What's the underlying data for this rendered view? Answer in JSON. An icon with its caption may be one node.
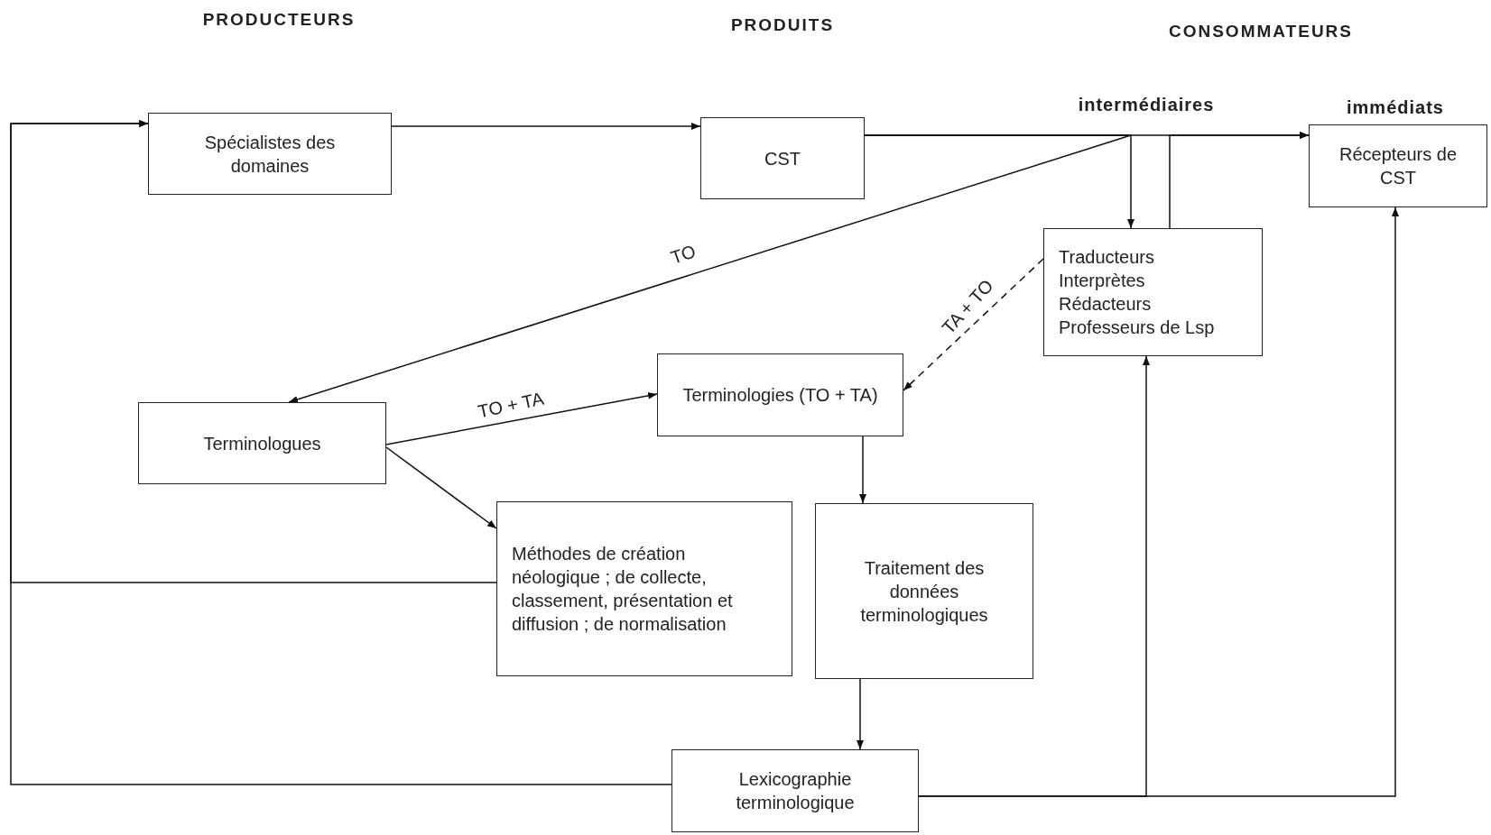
{
  "diagram": {
    "nodes": [
      {
        "text": [
          "Spécialistes des domaines"
        ]
      },
      {
        "text": [
          "CST"
        ]
      },
      {
        "text": [
          "Récepteurs de CST"
        ]
      },
      {
        "text": [
          "Traducteurs",
          "Interprètes",
          "Rédacteurs",
          "Professeurs de Lsp"
        ]
      },
      {
        "text": [
          "Terminologues"
        ]
      },
      {
        "text": [
          "Terminologies (TO + TA)"
        ]
      },
      {
        "text": [
          "Méthodes de création néologique ; de collecte, classement, présentation et diffusion ; de normalisation"
        ]
      },
      {
        "text": [
          "Traitement des données terminologiques"
        ]
      },
      {
        "text": [
          "Lexicographie terminologique"
        ]
      }
    ],
    "edges": [
      {
        "from": 0,
        "to": 1,
        "arrow": "to"
      },
      {
        "from": 1,
        "to": 2,
        "arrow": "to"
      },
      {
        "from": 1,
        "to": 3,
        "arrow": "to"
      },
      {
        "from": 3,
        "to": 2,
        "arrow": "to"
      },
      {
        "from": 1,
        "to": 4,
        "arrow": "to",
        "label": "TO"
      },
      {
        "from": 4,
        "to": 5,
        "arrow": "to",
        "label": "TO + TA"
      },
      {
        "from": 3,
        "to": 5,
        "arrow": "to",
        "label": "TA + TO",
        "style": "dashed"
      },
      {
        "from": 4,
        "to": 6,
        "arrow": "to"
      },
      {
        "from": 5,
        "to": 7,
        "arrow": "to"
      },
      {
        "from": 6,
        "to": 0,
        "arrow": "to"
      },
      {
        "from": 8,
        "to": 0,
        "arrow": "to"
      },
      {
        "from": 7,
        "to": 8,
        "arrow": "to"
      },
      {
        "from": 8,
        "to": 3,
        "arrow": "to"
      },
      {
        "from": 8,
        "to": 2,
        "arrow": "to"
      }
    ],
    "labels": [
      "PRODUCTEURS",
      "PRODUITS",
      "CONSOMMATEURS",
      "intermédiaires",
      "immédiats"
    ]
  }
}
